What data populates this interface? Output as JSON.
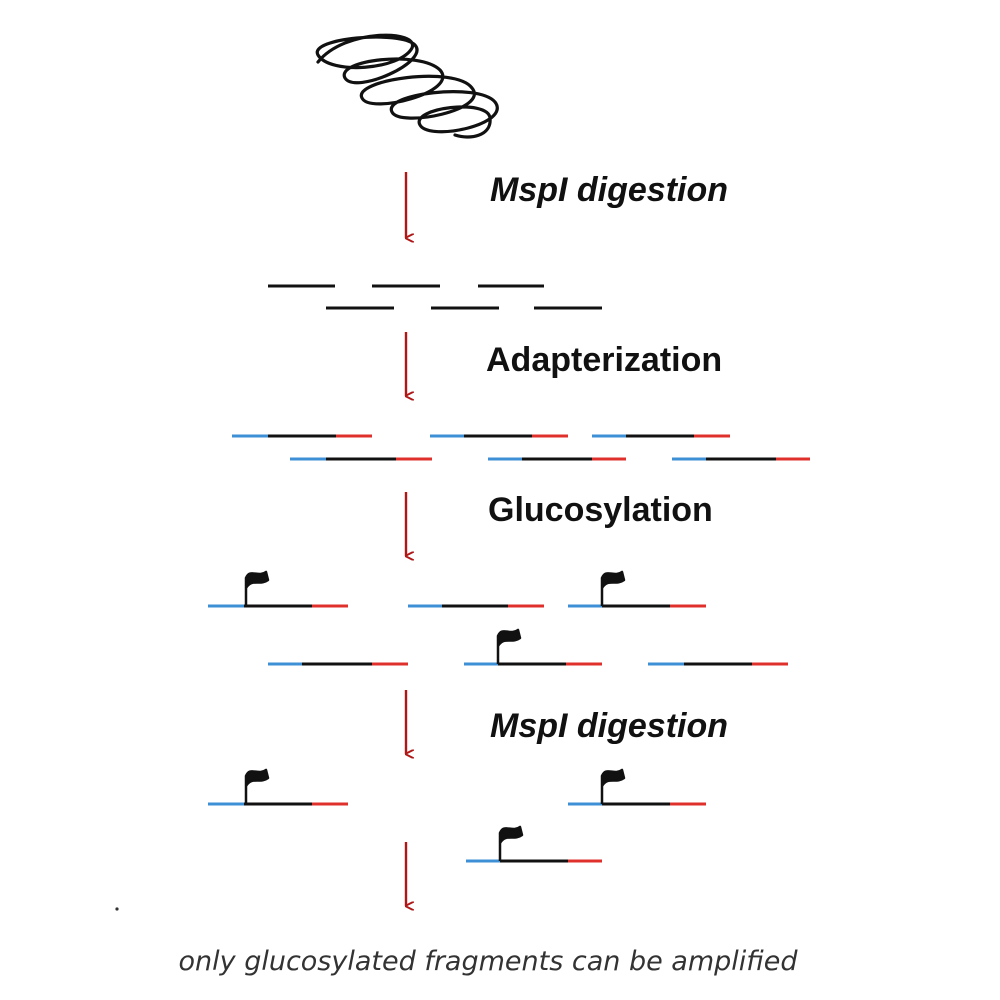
{
  "steps": [
    {
      "label": "MspI digestion",
      "italic": true
    },
    {
      "label": "Adapterization",
      "italic": false
    },
    {
      "label": "Glucosylation",
      "italic": false
    },
    {
      "label": "MspI digestion",
      "italic": true
    }
  ],
  "caption": "only glucosylated fragments can be amplified",
  "colors": {
    "dna": "#111111",
    "adapter_left": "#3d8fd6",
    "adapter_right": "#e0302c",
    "arrow": "#b01818"
  },
  "icons": {
    "genomic_dna": "tangled-dna-icon",
    "glucose_tag": "flag-icon",
    "arrow": "down-arrow-icon"
  },
  "fragment_counts": {
    "after_digestion": 6,
    "after_adapterization": 6,
    "after_glucosylation": 6,
    "glucosylated_after_glucosylation": 3,
    "remaining_after_second_digestion": 3
  }
}
